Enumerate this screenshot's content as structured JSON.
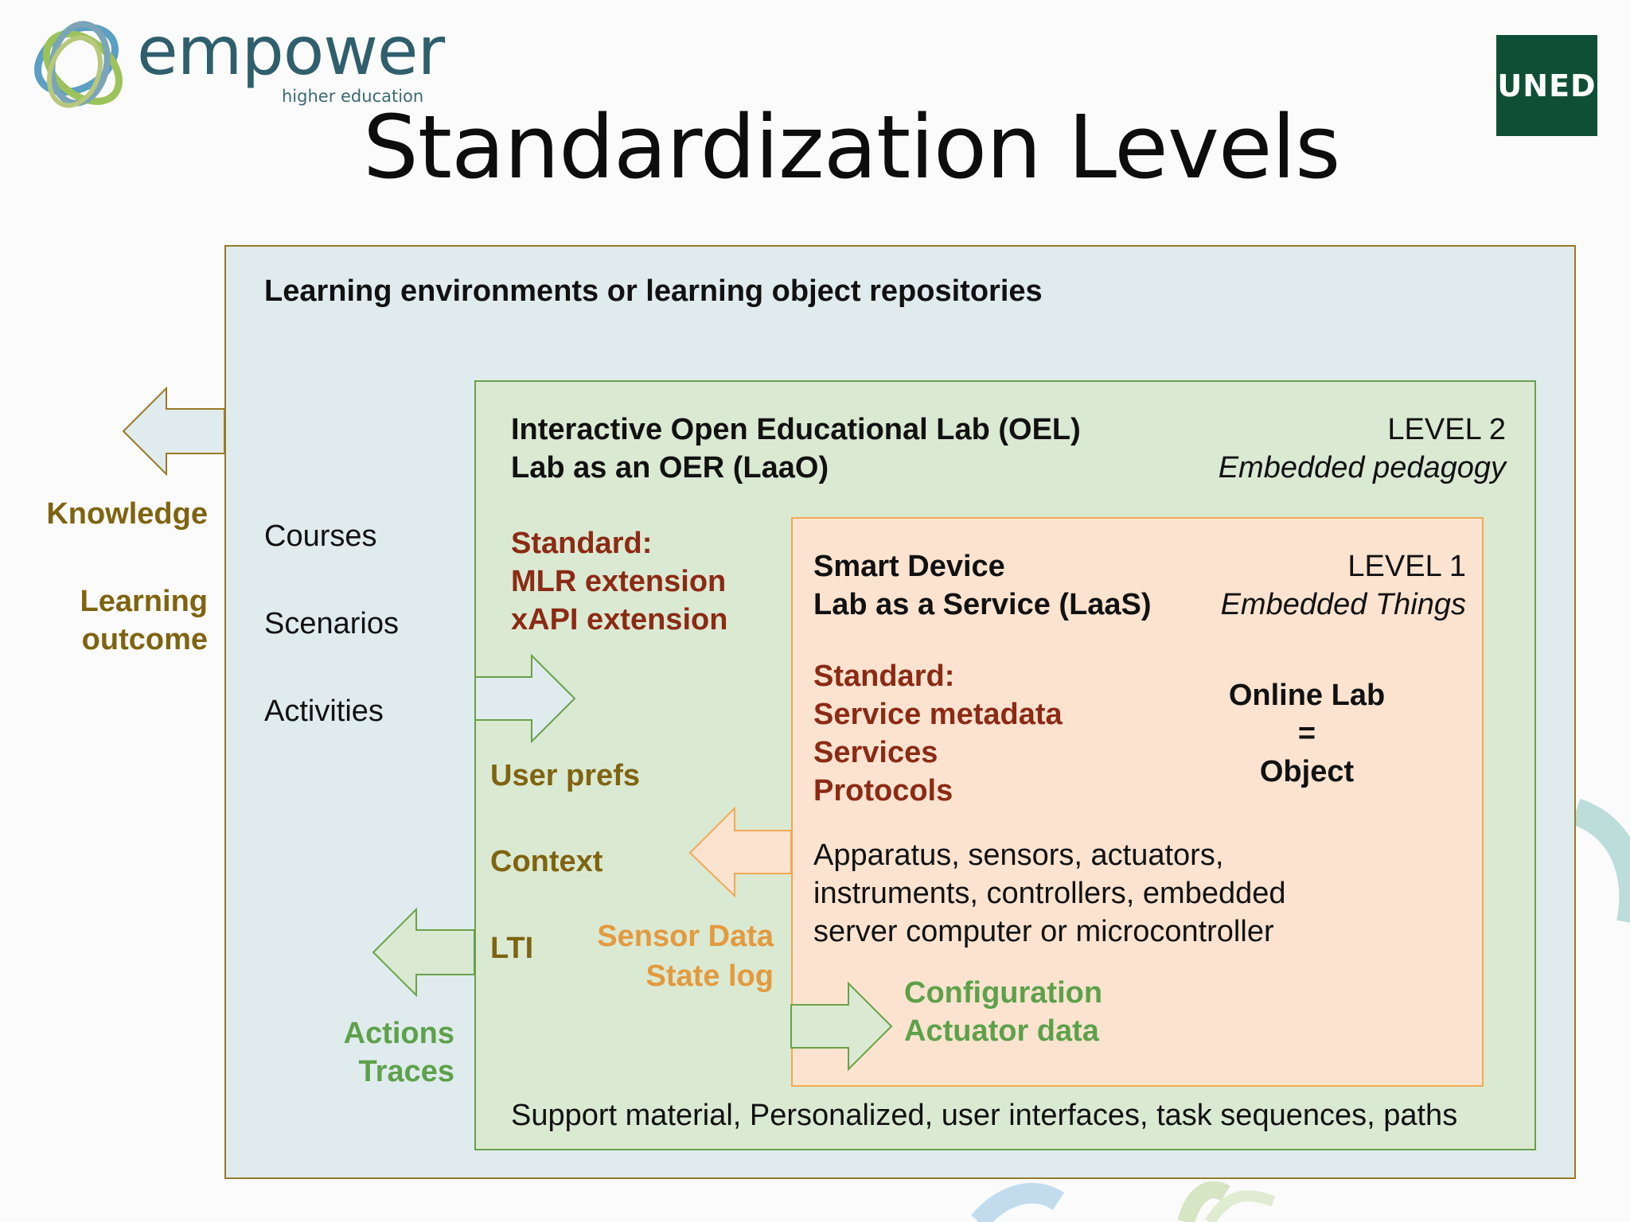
{
  "header": {
    "logo_word": "empower",
    "logo_tagline": "higher education",
    "uned_label": "UNED",
    "title": "Standardization Levels"
  },
  "outer": {
    "heading": "Learning environments or learning object repositories",
    "items": [
      "Courses",
      "Scenarios",
      "Activities"
    ],
    "left_out": [
      "Knowledge",
      "Learning",
      "outcome"
    ]
  },
  "level2": {
    "title_line1": "Interactive Open Educational Lab (OEL)",
    "title_line2": "Lab as an OER (LaaO)",
    "level": "LEVEL 2",
    "level_sub": "Embedded pedagogy",
    "standard": [
      "Standard:",
      "MLR extension",
      "xAPI extension"
    ],
    "inputs": [
      "User prefs",
      "Context",
      "LTI"
    ],
    "outputs": [
      "Actions",
      "Traces"
    ],
    "footer": "Support material, Personalized, user interfaces, task sequences, paths"
  },
  "level1": {
    "title_line1": "Smart Device",
    "title_line2": "Lab as a Service (LaaS)",
    "level": "LEVEL 1",
    "level_sub": "Embedded Things",
    "standard": [
      "Standard:",
      "Service metadata",
      "Services",
      "Protocols"
    ],
    "equation": [
      "Online Lab",
      "=",
      "Object"
    ],
    "description": [
      "Apparatus, sensors, actuators,",
      "instruments, controllers, embedded",
      "server computer or microcontroller"
    ],
    "outputs": [
      "Sensor Data",
      "State log"
    ],
    "inputs": [
      "Configuration",
      "Actuator data"
    ]
  },
  "colors": {
    "outer_fill": "#e0ebee",
    "outer_border": "#9a7a26",
    "level2_fill": "#dae9d2",
    "level2_border": "#6aa149",
    "level1_fill": "#fbe3d0",
    "level1_border": "#f0a955",
    "olive_text": "#7f6410",
    "darkred_text": "#8c2a14",
    "green_text": "#5da14a",
    "orange_text": "#e39a3e",
    "uned_green": "#0f4f38"
  },
  "icons": [
    "empower-logo-icon",
    "uned-logo-icon",
    "arrow-left-icon",
    "arrow-right-icon"
  ]
}
